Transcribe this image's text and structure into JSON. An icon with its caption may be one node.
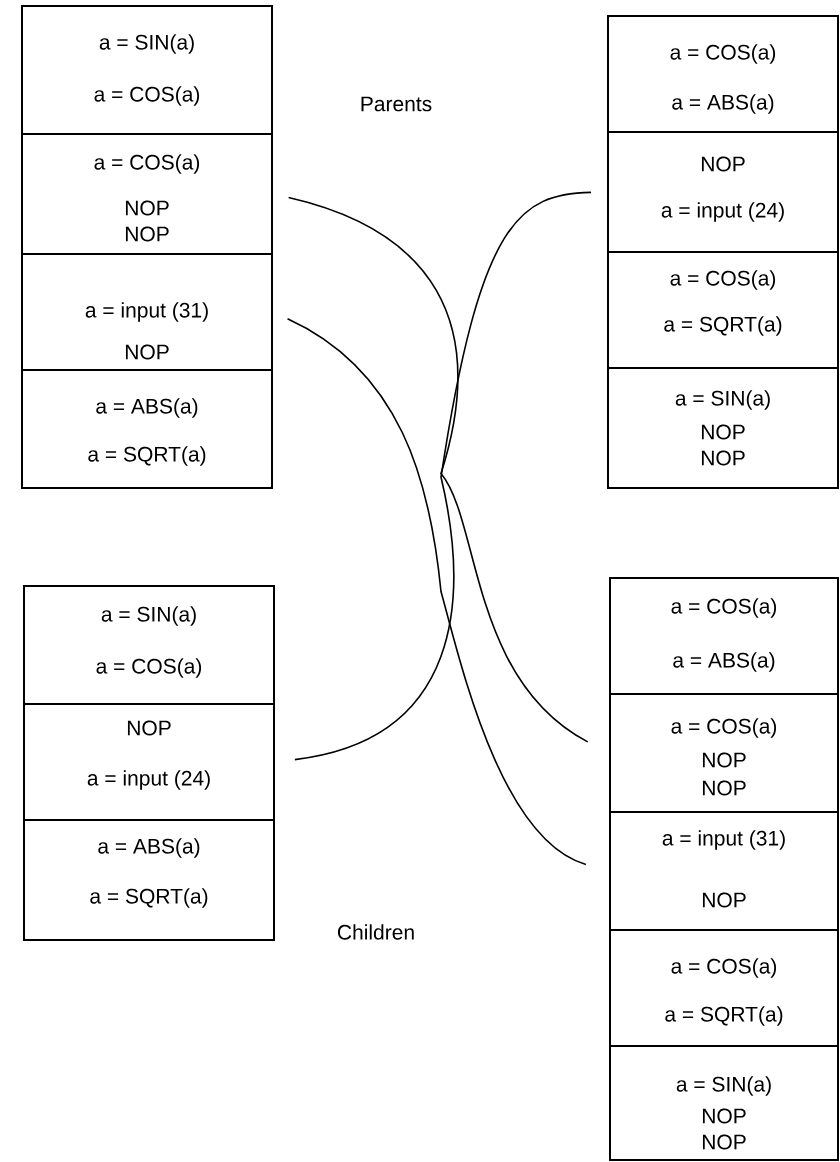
{
  "diagram": {
    "nodes": [
      {
        "text": [
          "a = SIN(a)",
          "a = COS(a)"
        ]
      },
      {
        "text": [
          "a = COS(a)",
          "NOP",
          "NOP"
        ]
      },
      {
        "text": [
          "a = input (31)",
          "NOP"
        ]
      },
      {
        "text": [
          "a = ABS(a)",
          "a = SQRT(a)"
        ]
      },
      {
        "text": [
          "a = COS(a)",
          "a = ABS(a)"
        ]
      },
      {
        "text": [
          "NOP",
          "a = input (24)"
        ]
      },
      {
        "text": [
          "a = COS(a)",
          "a = SQRT(a)"
        ]
      },
      {
        "text": [
          "a = SIN(a)",
          "NOP",
          "NOP"
        ]
      },
      {
        "text": [
          "a = SIN(a)",
          "a = COS(a)"
        ]
      },
      {
        "text": [
          "NOP",
          "a = input (24)"
        ]
      },
      {
        "text": [
          "a = ABS(a)",
          "a = SQRT(a)"
        ]
      },
      {
        "text": [
          "a = COS(a)",
          "a = ABS(a)"
        ]
      },
      {
        "text": [
          "a = COS(a)",
          "NOP",
          "NOP"
        ]
      },
      {
        "text": [
          "a = input (31)",
          "NOP"
        ]
      },
      {
        "text": [
          "a = COS(a)",
          "a = SQRT(a)"
        ]
      },
      {
        "text": [
          "a = SIN(a)",
          "NOP",
          "NOP"
        ]
      }
    ],
    "edges": [
      {
        "from": 1,
        "to": 12,
        "arrow": "none"
      },
      {
        "from": 2,
        "to": 13,
        "arrow": "none"
      },
      {
        "from": 5,
        "to": 9,
        "arrow": "none"
      }
    ],
    "labels": [
      "Parents",
      "Children"
    ]
  }
}
